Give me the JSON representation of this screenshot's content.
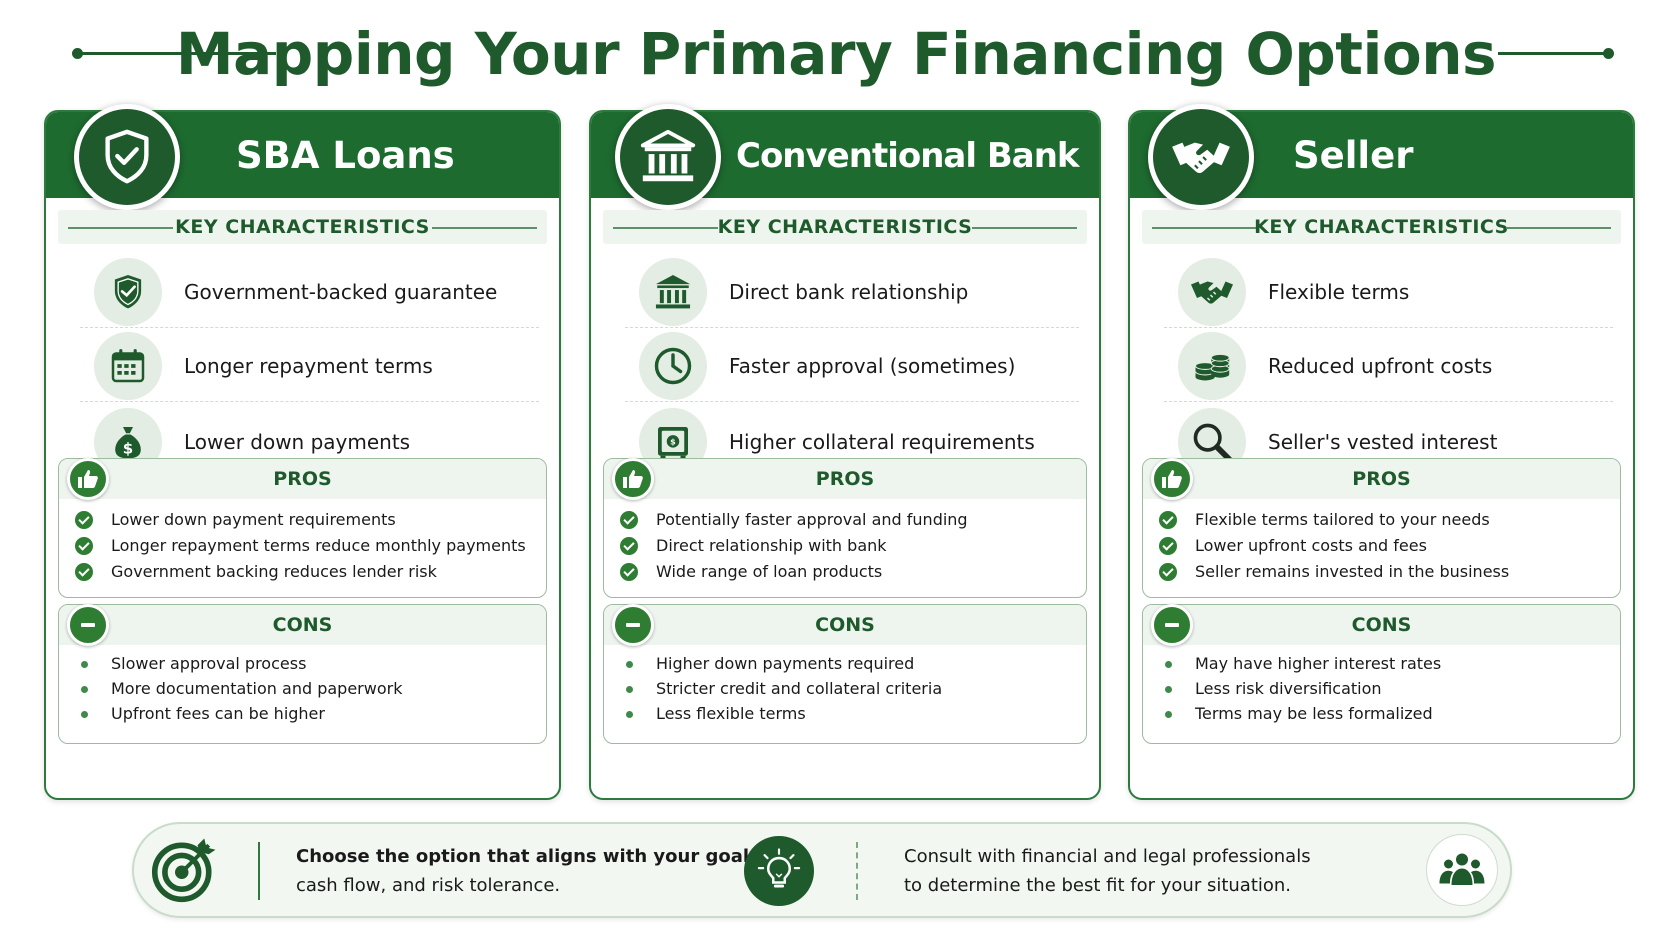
{
  "title": "Mapping Your Primary Financing Options",
  "colors": {
    "primary_green": "#1e6b30",
    "dark_green": "#1e5a2c",
    "light_green": "#eef4ee"
  },
  "cards": [
    {
      "title": "SBA Loans",
      "icon": "shield-check-icon",
      "key_characteristics_label": "KEY CHARACTERISTICS",
      "features": [
        {
          "icon": "shield-check-icon",
          "text": "Government-backed guarantee"
        },
        {
          "icon": "calendar-icon",
          "text": "Longer repayment terms"
        },
        {
          "icon": "money-bag-icon",
          "text": "Lower down payments"
        }
      ],
      "pros_label": "PROS",
      "pros": [
        "Lower down payment requirements",
        "Longer repayment terms reduce monthly payments",
        "Government backing reduces lender risk"
      ],
      "cons_label": "CONS",
      "cons": [
        "Slower approval process",
        "More documentation and paperwork",
        "Upfront fees can be higher"
      ]
    },
    {
      "title": "Conventional Bank Loans",
      "icon": "bank-icon",
      "key_characteristics_label": "KEY CHARACTERISTICS",
      "features": [
        {
          "icon": "bank-icon",
          "text": "Direct bank relationship"
        },
        {
          "icon": "clock-icon",
          "text": "Faster approval (sometimes)"
        },
        {
          "icon": "safe-icon",
          "text": "Higher collateral requirements"
        }
      ],
      "pros_label": "PROS",
      "pros": [
        "Potentially faster approval and funding",
        "Direct relationship with bank",
        "Wide range of loan products"
      ],
      "cons_label": "CONS",
      "cons": [
        "Higher down payments required",
        "Stricter credit and collateral criteria",
        "Less flexible terms"
      ]
    },
    {
      "title": "Seller Financing",
      "icon": "handshake-icon",
      "key_characteristics_label": "KEY CHARACTERISTICS",
      "features": [
        {
          "icon": "handshake-icon",
          "text": "Flexible terms"
        },
        {
          "icon": "coins-icon",
          "text": "Reduced upfront costs"
        },
        {
          "icon": "magnifier-icon",
          "text": "Seller's vested interest"
        }
      ],
      "pros_label": "PROS",
      "pros": [
        "Flexible terms tailored to your needs",
        "Lower upfront costs and fees",
        "Seller remains invested in the business"
      ],
      "cons_label": "CONS",
      "cons": [
        "May have higher interest rates",
        "Less risk diversification",
        "Terms may be less formalized"
      ]
    }
  ],
  "footer": {
    "left_line1": "Choose the option that aligns with your goals,",
    "left_line2": "cash flow, and risk tolerance.",
    "right_line1": "Consult with financial and legal professionals",
    "right_line2": "to determine the best fit for your situation.",
    "icons": [
      "target-icon",
      "lightbulb-icon",
      "people-icon"
    ]
  }
}
